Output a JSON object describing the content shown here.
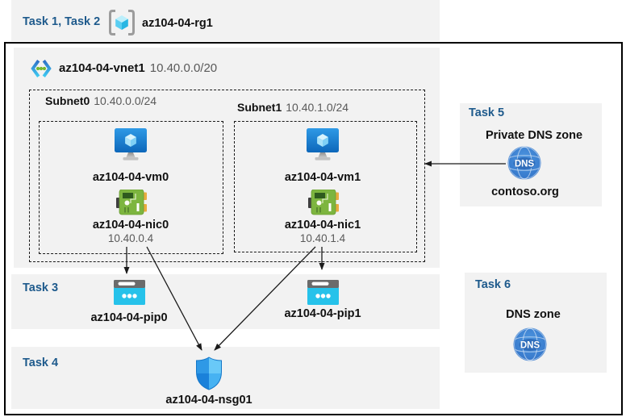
{
  "colors": {
    "band_bg": "#F2F2F2",
    "task_text": "#1E5A8C",
    "cyan": "#29C2E9",
    "nic_green": "#7DB53F",
    "vm_blue": "#1B82DB",
    "dns_blue": "#3879CE",
    "arrow": "#1a1a1a"
  },
  "tasks": {
    "t12": "Task 1, Task 2",
    "t3": "Task 3",
    "t4": "Task 4",
    "t5": "Task 5",
    "t6": "Task 6"
  },
  "resource_group": {
    "name": "az104-04-rg1"
  },
  "vnet": {
    "name": "az104-04-vnet1",
    "cidr": "10.40.0.0/20"
  },
  "subnets": [
    {
      "name": "Subnet0",
      "cidr": "10.40.0.0/24",
      "vm": "az104-04-vm0",
      "nic": "az104-04-nic0",
      "ip": "10.40.0.4"
    },
    {
      "name": "Subnet1",
      "cidr": "10.40.1.0/24",
      "vm": "az104-04-vm1",
      "nic": "az104-04-nic1",
      "ip": "10.40.1.4"
    }
  ],
  "public_ips": [
    "az104-04-pip0",
    "az104-04-pip1"
  ],
  "nsg": {
    "name": "az104-04-nsg01"
  },
  "private_dns": {
    "title": "Private DNS zone",
    "zone": "contoso.org",
    "icon_label": "DNS"
  },
  "dns": {
    "title": "DNS zone",
    "icon_label": "DNS"
  },
  "icons": {
    "resource_group": "resource-group-icon",
    "vnet": "virtual-network-icon",
    "vm": "virtual-machine-icon",
    "nic": "network-interface-icon",
    "public_ip": "public-ip-icon",
    "nsg": "nsg-shield-icon",
    "dns": "dns-globe-icon"
  }
}
